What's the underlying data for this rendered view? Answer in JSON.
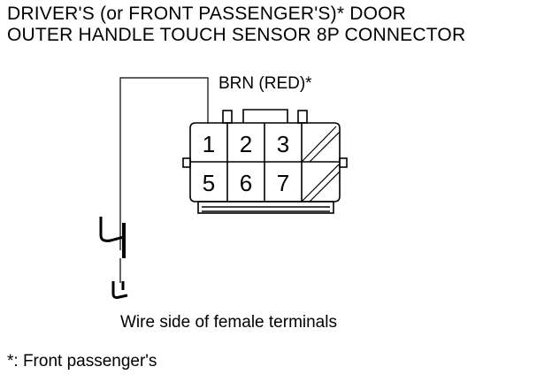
{
  "title": {
    "line1": "DRIVER'S (or FRONT PASSENGER'S)* DOOR",
    "line2": "OUTER HANDLE TOUCH SENSOR 8P CONNECTOR"
  },
  "wire_color": "BRN (RED)*",
  "pins": {
    "top": [
      "1",
      "2",
      "3"
    ],
    "bottom": [
      "5",
      "6",
      "7"
    ]
  },
  "caption": "Wire side of female terminals",
  "footnote": "*: Front passenger's",
  "icons": {
    "probe": "probe-icon",
    "ground": "ground-icon"
  }
}
